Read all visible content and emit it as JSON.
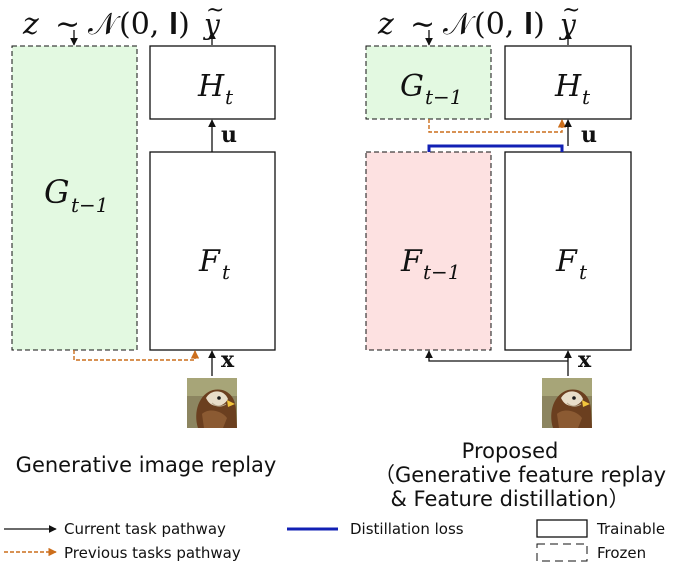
{
  "colors": {
    "current_path": "#111111",
    "previous_path": "#cc6e1c",
    "distillation_loss": "#1220b4",
    "generator_fill": "#e3f9e1",
    "old_extractor_fill": "#fde1e1",
    "trainable_fill": "#ffffff"
  },
  "left_panel": {
    "top_input": {
      "lhs": "z",
      "rel": "∼",
      "dist": "𝒩",
      "args": "(0, 𝐈)"
    },
    "output": {
      "symbol": "y",
      "mark": "~"
    },
    "generator": {
      "name": "G",
      "sub": "t−1",
      "state": "frozen"
    },
    "head": {
      "name": "H",
      "sub": "t",
      "state": "trainable"
    },
    "extractor": {
      "name": "F",
      "sub": "t",
      "state": "trainable"
    },
    "feature_label": "u",
    "input_label": "x",
    "image_icon": "bird-photo",
    "caption": "Generative image replay"
  },
  "right_panel": {
    "top_input": {
      "lhs": "z",
      "rel": "∼",
      "dist": "𝒩",
      "args": "(0, 𝐈)"
    },
    "output": {
      "symbol": "y",
      "mark": "~"
    },
    "generator": {
      "name": "G",
      "sub": "t−1",
      "state": "frozen"
    },
    "head": {
      "name": "H",
      "sub": "t",
      "state": "trainable"
    },
    "old_extractor": {
      "name": "F",
      "sub": "t−1",
      "state": "frozen"
    },
    "extractor": {
      "name": "F",
      "sub": "t",
      "state": "trainable"
    },
    "feature_label": "u",
    "input_label": "x",
    "image_icon": "bird-photo",
    "caption_lines": [
      "Proposed",
      "（Generative feature replay",
      "& Feature distillation）"
    ]
  },
  "legend": {
    "current": "Current task pathway",
    "previous": "Previous tasks pathway",
    "distill": "Distillation loss",
    "trainable": "Trainable",
    "frozen": "Frozen"
  }
}
